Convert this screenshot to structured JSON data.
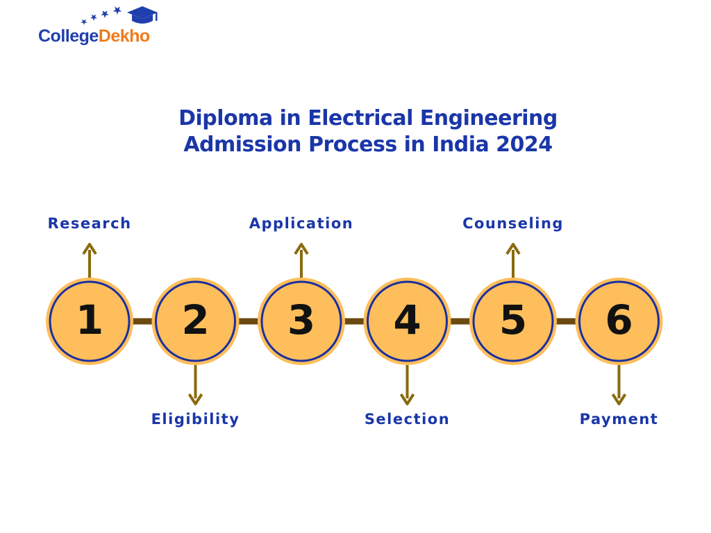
{
  "logo": {
    "part1": "College",
    "part2": "Dekho"
  },
  "title": {
    "line1": "Diploma in Electrical Engineering",
    "line2": "Admission Process in India 2024"
  },
  "steps": [
    {
      "number": "1",
      "label": "Research",
      "label_position": "top"
    },
    {
      "number": "2",
      "label": "Eligibility",
      "label_position": "bottom"
    },
    {
      "number": "3",
      "label": "Application",
      "label_position": "top"
    },
    {
      "number": "4",
      "label": "Selection",
      "label_position": "bottom"
    },
    {
      "number": "5",
      "label": "Counseling",
      "label_position": "top"
    },
    {
      "number": "6",
      "label": "Payment",
      "label_position": "bottom"
    }
  ],
  "colors": {
    "circle_fill": "#FDBE5B",
    "circle_border": "#1A2FA0",
    "arrow": "#8A6A0E",
    "text_blue": "#1A36A8",
    "logo_orange": "#F07A1A"
  }
}
